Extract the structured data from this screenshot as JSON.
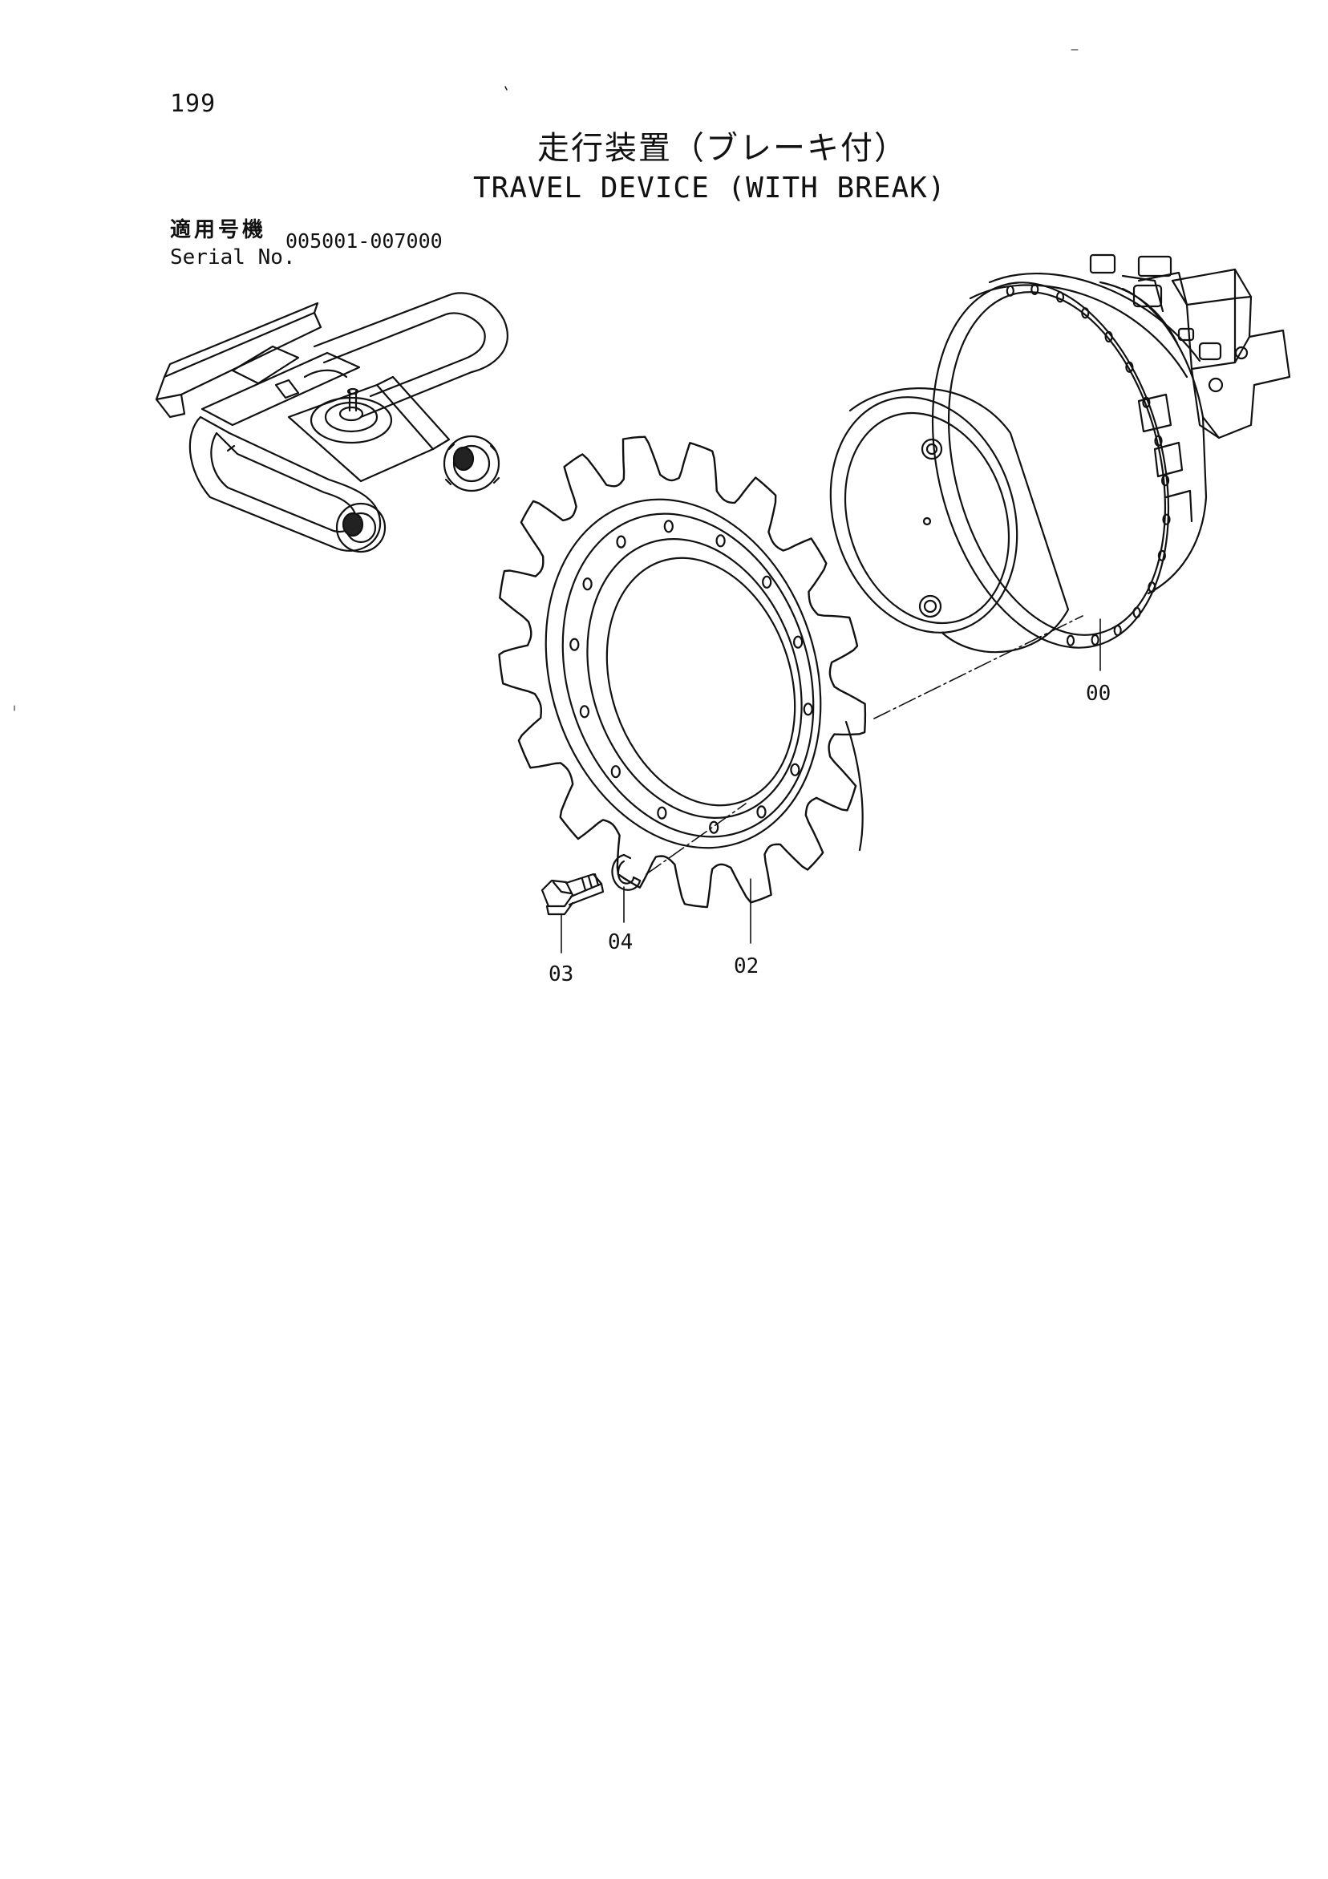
{
  "page": {
    "number": "199",
    "title_ja": "走行装置（ブレーキ付）",
    "title_en": "TRAVEL DEVICE (WITH BREAK)"
  },
  "serial": {
    "label_ja": "適用号機",
    "label_en": "Serial No.",
    "value": "005001-007000"
  },
  "callouts": {
    "travel_motor": "00",
    "sprocket": "02",
    "bolt": "03",
    "washer": "04"
  }
}
